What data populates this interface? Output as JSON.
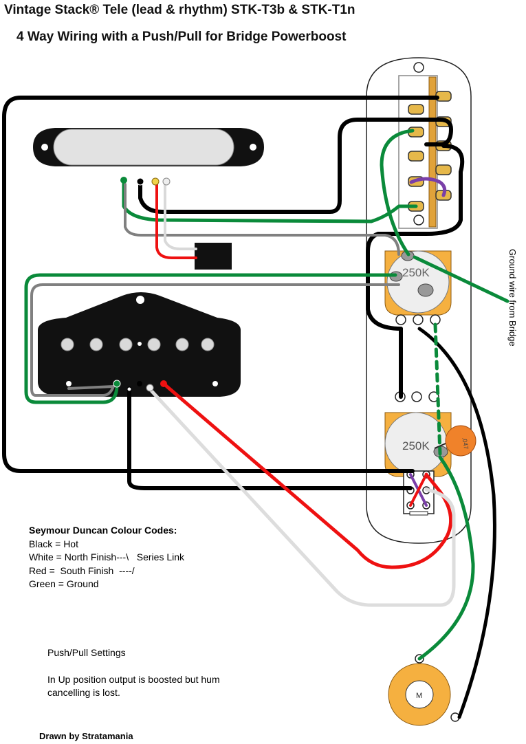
{
  "title": {
    "line1": "Vintage Stack® Tele (lead & rhythm) STK-T3b & STK-T1n",
    "line2": "4 Way Wiring with a Push/Pull for Bridge Powerboost"
  },
  "labels": {
    "pot1": "250K",
    "pot2": "250K",
    "cap": ".047",
    "jack": "M",
    "ground_note": "Ground wire from Bridge"
  },
  "colour_codes": {
    "heading": "Seymour Duncan Colour Codes:",
    "lines": [
      "Black = Hot",
      "White = North Finish---\\   Series Link",
      "Red =  South Finish  ----/",
      "Green = Ground"
    ]
  },
  "push_pull": {
    "heading": "Push/Pull Settings",
    "line1": "In Up position output is boosted but hum",
    "line2": "cancelling is lost."
  },
  "credit": "Drawn by Stratamania",
  "colors": {
    "hot": "#000000",
    "north": "#e6e6e6",
    "south": "#ee1111",
    "ground": "#0a8a3a",
    "bare": "#808080",
    "pot": "#f5b040",
    "cap": "#f0822a",
    "purple": "#7a3fa8"
  }
}
